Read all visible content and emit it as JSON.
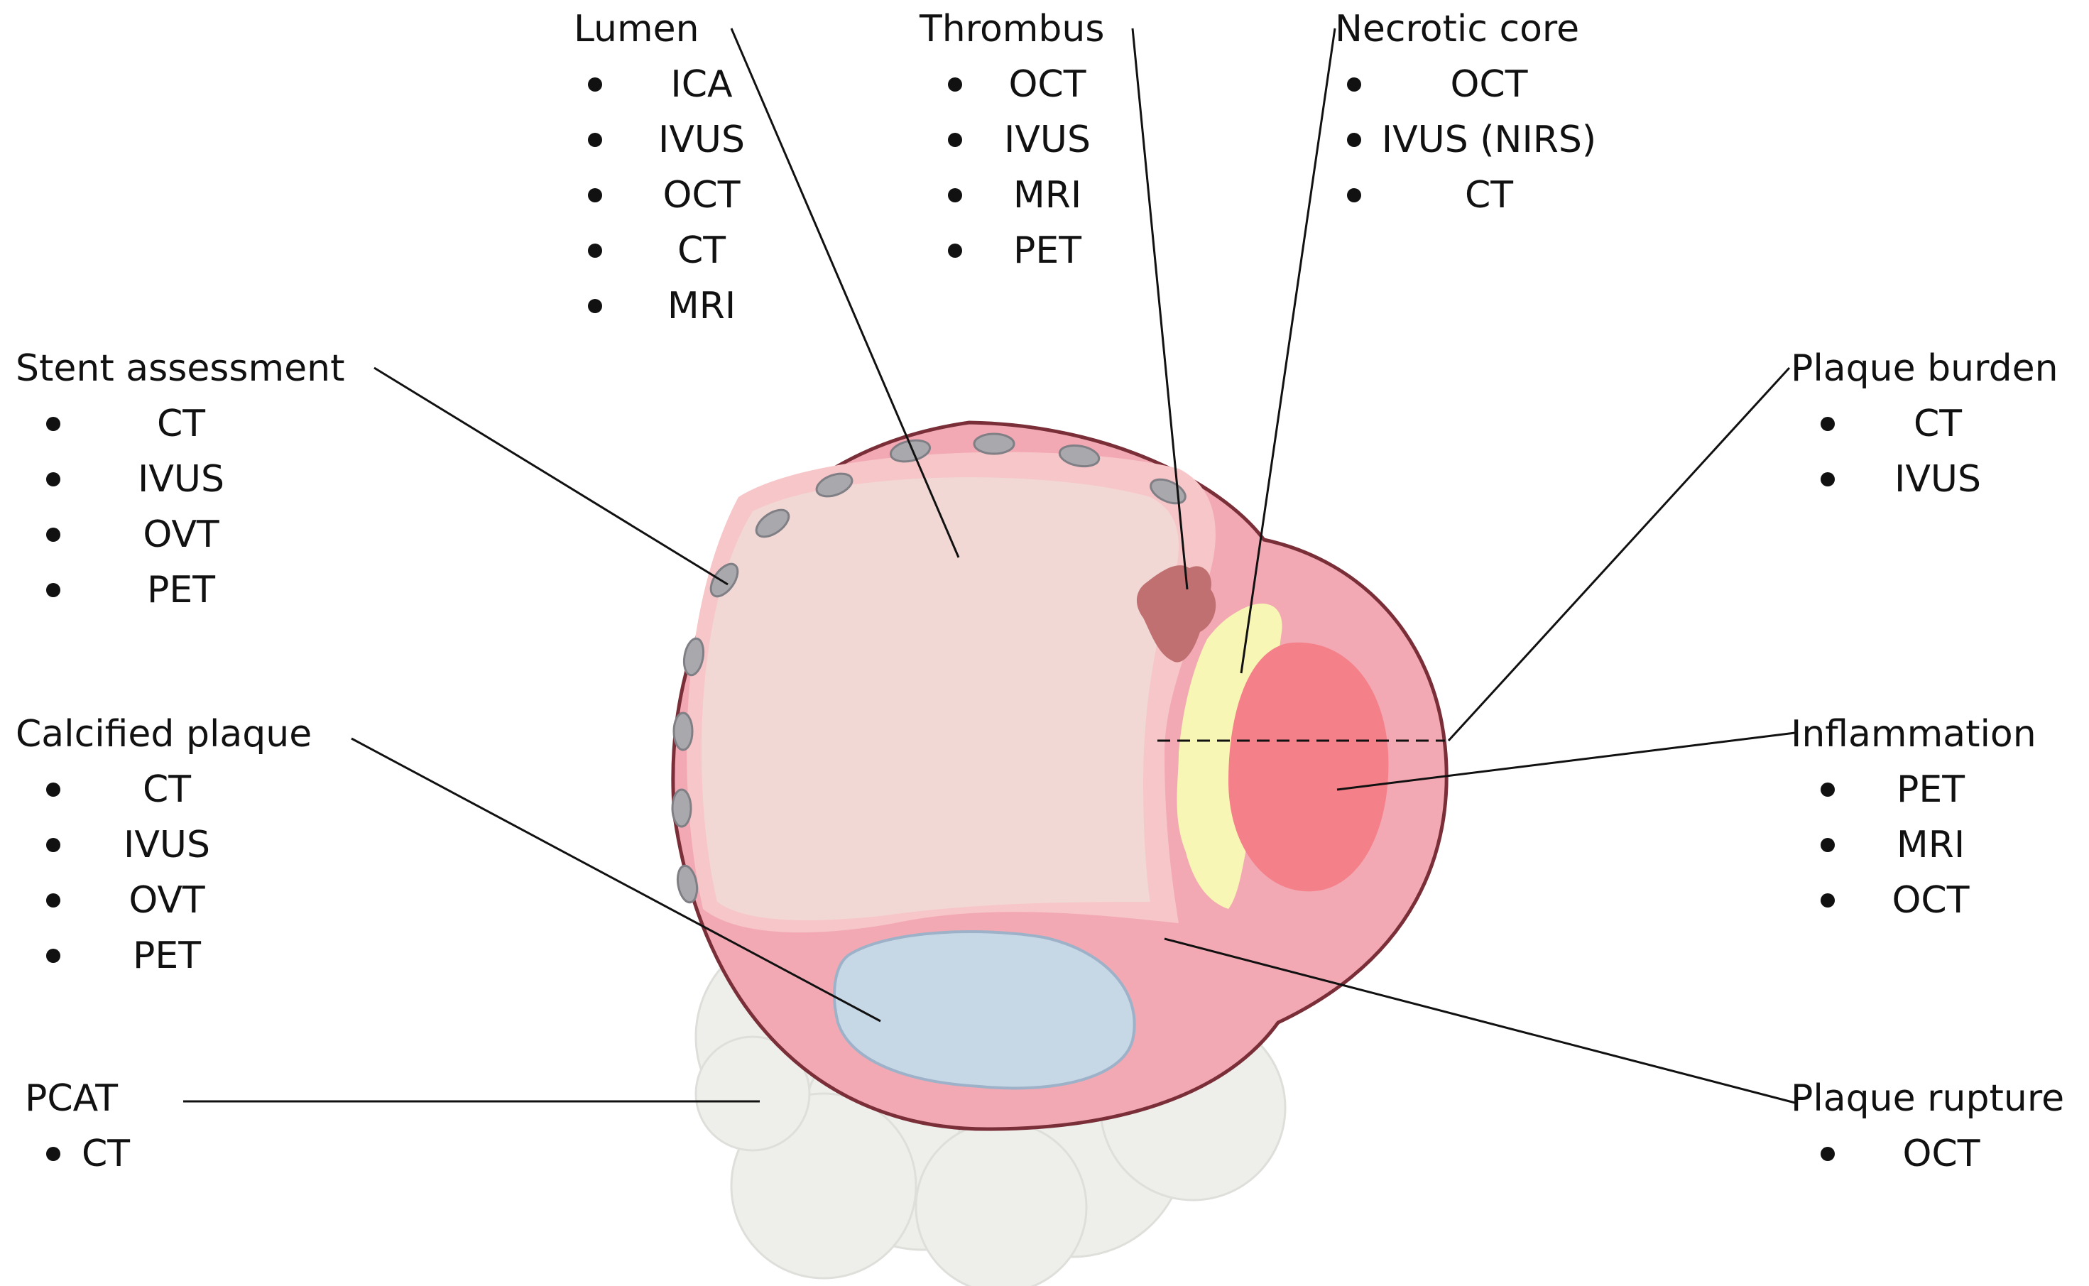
{
  "callouts": {
    "lumen": {
      "title": "Lumen",
      "items": [
        "ICA",
        "IVUS",
        "OCT",
        "CT",
        "MRI"
      ]
    },
    "thrombus": {
      "title": "Thrombus",
      "items": [
        "OCT",
        "IVUS",
        "MRI",
        "PET"
      ]
    },
    "necrotic_core": {
      "title": "Necrotic core",
      "items": [
        "OCT",
        "IVUS (NIRS)",
        "CT"
      ]
    },
    "stent_assessment": {
      "title": "Stent assessment",
      "items": [
        "CT",
        "IVUS",
        "OVT",
        "PET"
      ]
    },
    "plaque_burden": {
      "title": "Plaque burden",
      "items": [
        "CT",
        "IVUS"
      ]
    },
    "calcified_plaque": {
      "title": "Calcified plaque",
      "items": [
        "CT",
        "IVUS",
        "OVT",
        "PET"
      ]
    },
    "inflammation": {
      "title": "Inflammation",
      "items": [
        "PET",
        "MRI",
        "OCT"
      ]
    },
    "pcat": {
      "title": "PCAT",
      "items": [
        "CT"
      ]
    },
    "plaque_rupture": {
      "title": "Plaque rupture",
      "items": [
        "OCT"
      ]
    }
  },
  "colors": {
    "vessel_wall": "#f2a9b3",
    "vessel_outline": "#7a2f38",
    "lumen": "#f1d8d4",
    "intima": "#f7c6c8",
    "stent_strut": "#a9a9ad",
    "thrombus": "#c07070",
    "necrotic_core": "#f8f6b4",
    "inflammation": "#f4808a",
    "calcified_plaque": "#c6d7e6",
    "pcat": "#eeefeb",
    "leader_line": "#111111"
  }
}
